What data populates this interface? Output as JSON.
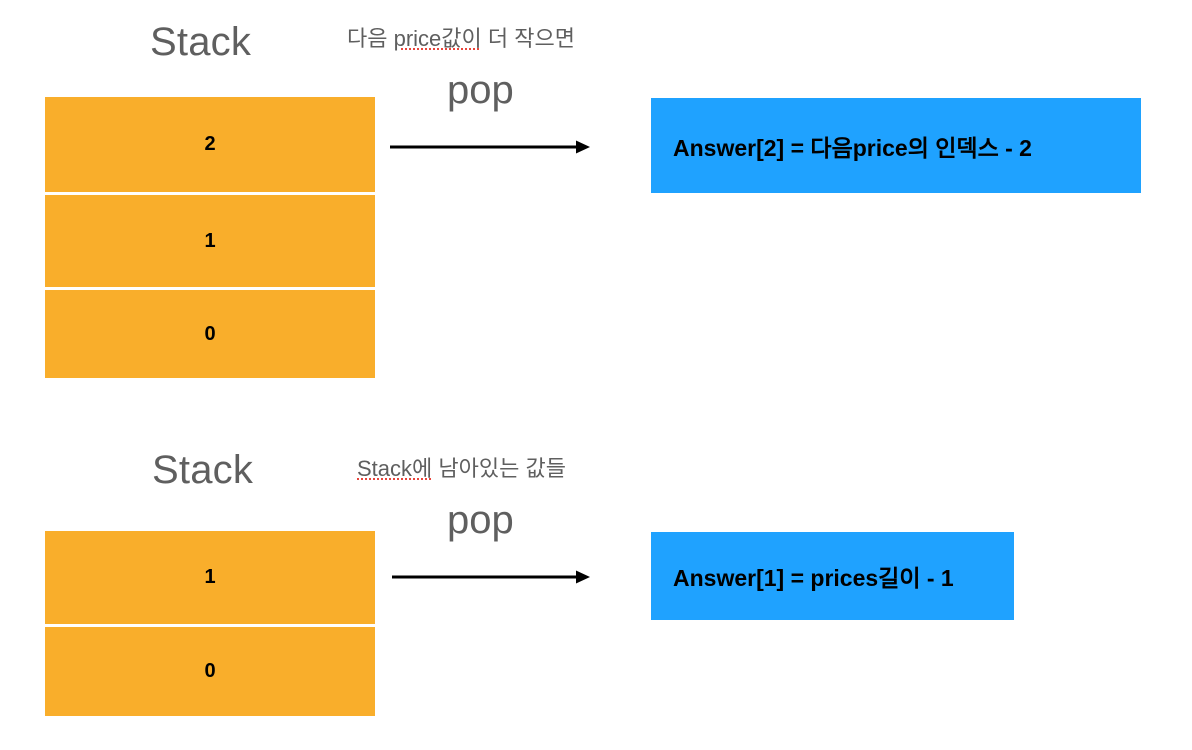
{
  "meta": {
    "colors": {
      "stack_fill": "#F9AE2B",
      "answer_fill": "#1FA2FF",
      "heading_text": "#5F5F5F",
      "body_text": "#000000",
      "spellcheck_underline": "#E8453C",
      "background": "#FFFFFF",
      "arrow": "#000000"
    }
  },
  "sections": [
    {
      "id": "section-1",
      "stack_title": "Stack",
      "caption_before": "다음 ",
      "caption_spell": "price값이",
      "caption_after": " 더 작으면",
      "pop_label": "pop",
      "stack_cells": [
        "2",
        "1",
        "0"
      ],
      "answer_text": "Answer[2] = 다음price의 인덱스 - 2"
    },
    {
      "id": "section-2",
      "stack_title": "Stack",
      "caption_before": "",
      "caption_spell": "Stack에",
      "caption_after": " 남아있는 값들",
      "pop_label": "pop",
      "stack_cells": [
        "1",
        "0"
      ],
      "answer_text": "Answer[1] = prices길이 - 1"
    }
  ]
}
